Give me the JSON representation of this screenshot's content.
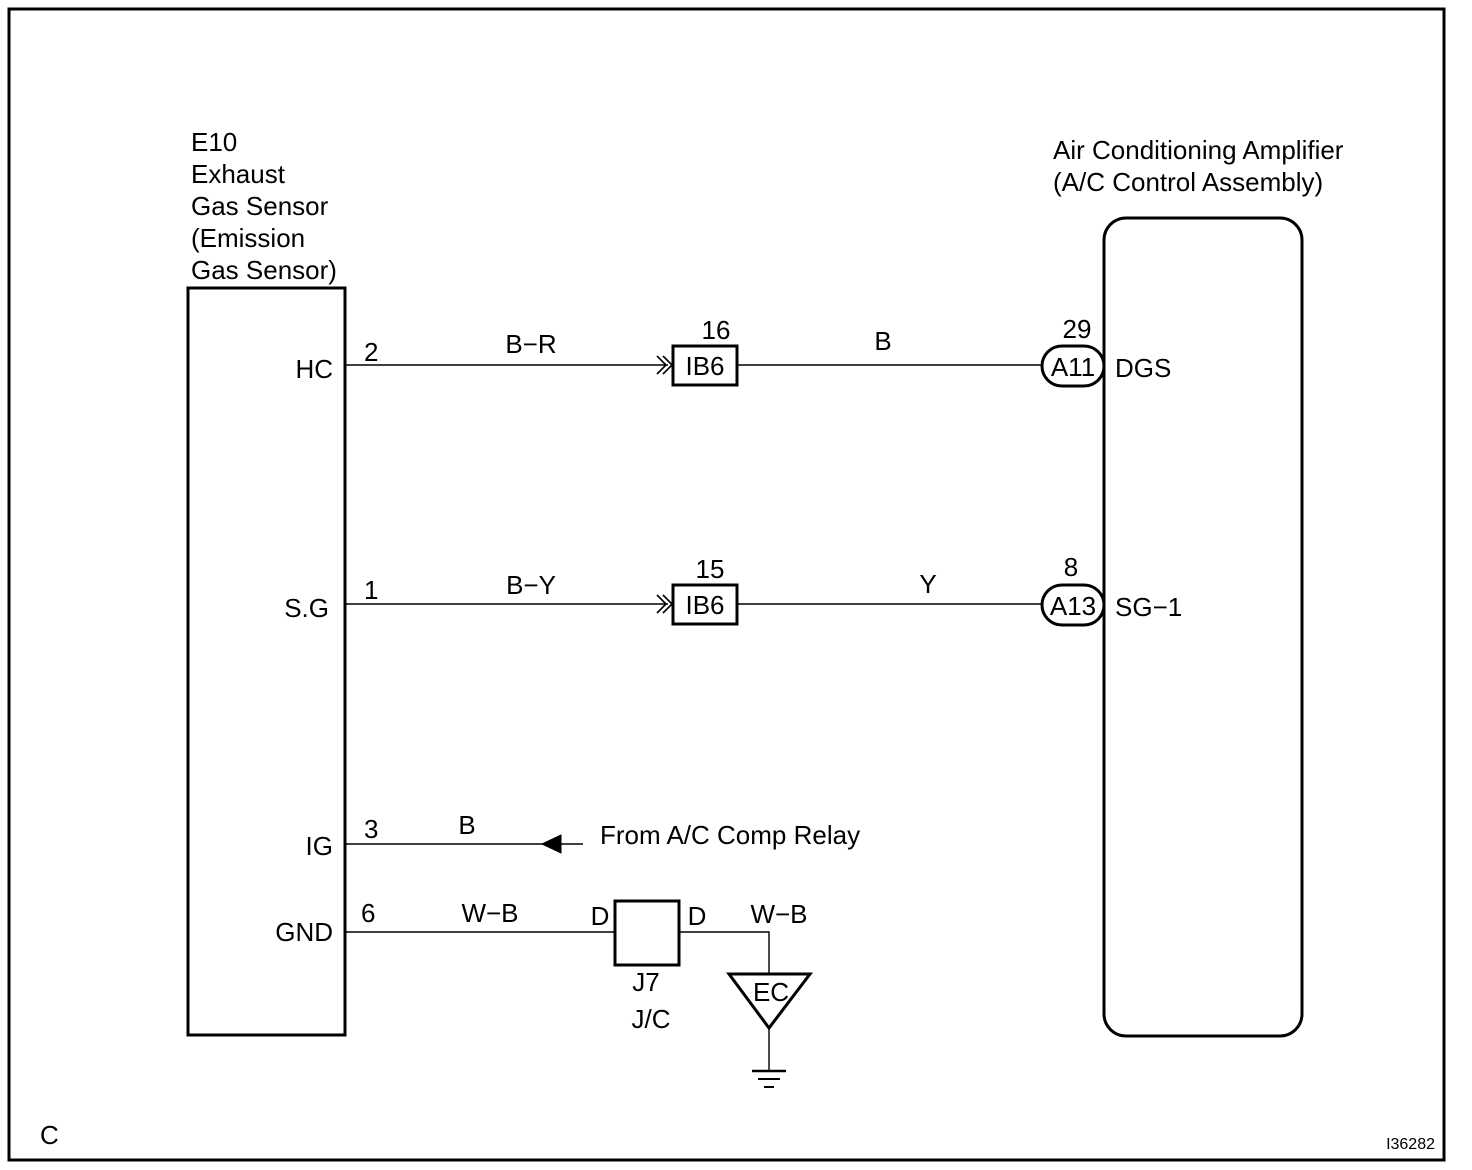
{
  "sensor": {
    "code": "E10",
    "name_lines": [
      "Exhaust",
      "Gas Sensor",
      "(Emission",
      "Gas Sensor)"
    ],
    "pins": [
      {
        "label": "HC",
        "number": "2"
      },
      {
        "label": "S.G",
        "number": "1"
      },
      {
        "label": "IG",
        "number": "3"
      },
      {
        "label": "GND",
        "number": "6"
      }
    ]
  },
  "amplifier": {
    "name_lines": [
      "Air Conditioning Amplifier",
      "(A/C Control Assembly)"
    ],
    "pins": [
      {
        "connector": "A11",
        "number": "29",
        "label": "DGS"
      },
      {
        "connector": "A13",
        "number": "8",
        "label": "SG−1"
      }
    ]
  },
  "connectors": [
    {
      "code": "IB6",
      "number": "16"
    },
    {
      "code": "IB6",
      "number": "15"
    }
  ],
  "wires": {
    "hc_left": "B−R",
    "hc_right": "B",
    "sg_left": "B−Y",
    "sg_right": "Y",
    "ig": "B",
    "gnd_left": "W−B",
    "gnd_right": "W−B"
  },
  "ig_source": "From A/C Comp Relay",
  "junction": {
    "code": "J7",
    "type": "J/C",
    "pin_left": "D",
    "pin_right": "D"
  },
  "ground": {
    "code": "EC"
  },
  "corner_letter": "C",
  "figure_id": "I36282"
}
